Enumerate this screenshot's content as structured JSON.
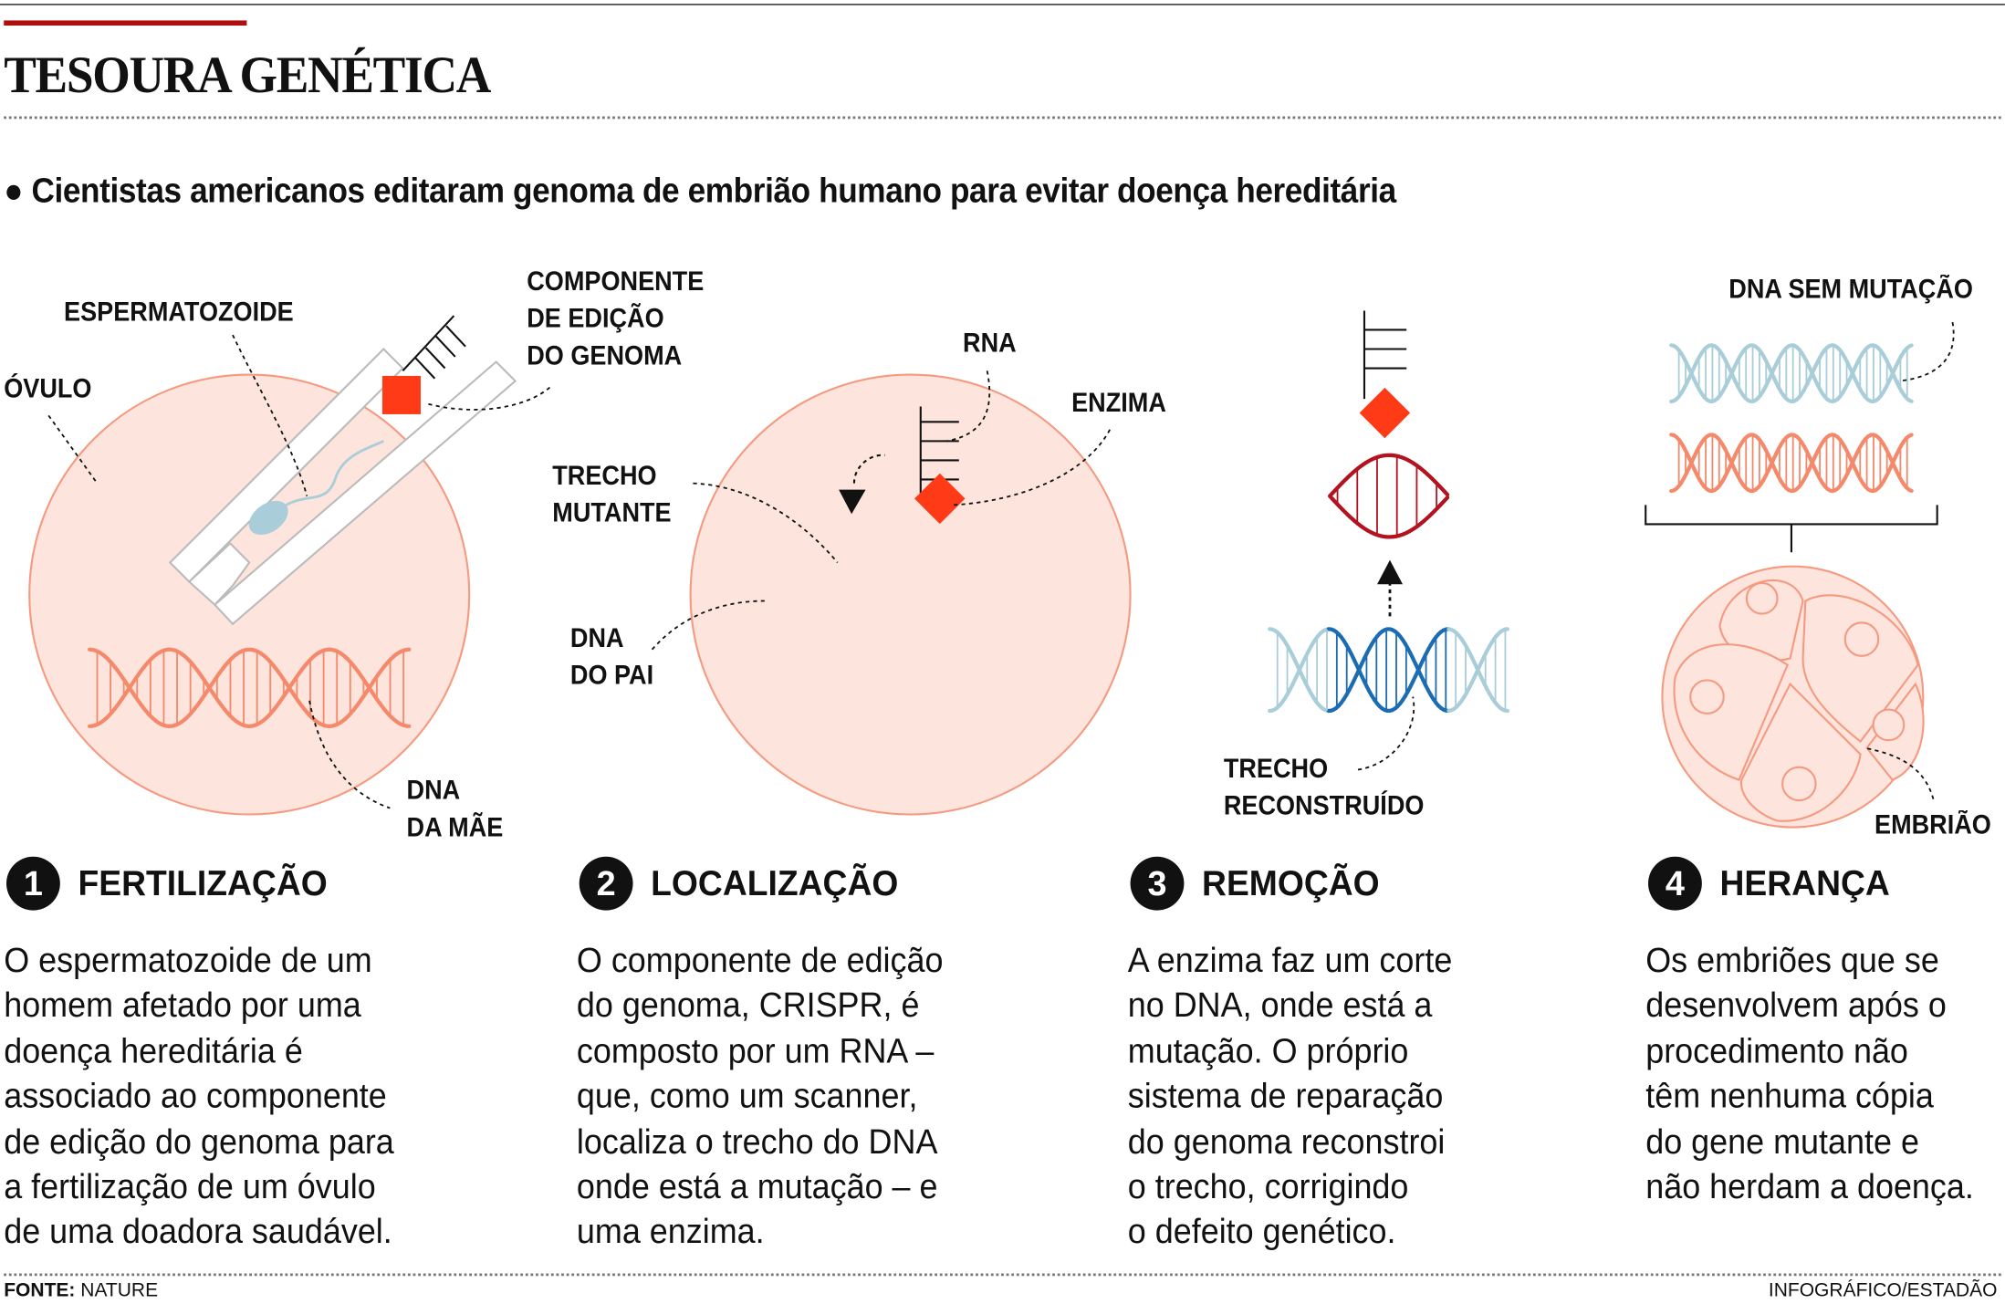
{
  "title": "TESOURA GENÉTICA",
  "subtitle": "Cientistas americanos editaram genoma de embrião humano para evitar doença hereditária",
  "labels": {
    "espermatozoide": "ESPERMATOZOIDE",
    "ovulo": "ÓVULO",
    "componente": [
      "COMPONENTE",
      "DE EDIÇÃO",
      "DO GENOMA"
    ],
    "dna_mae": [
      "DNA",
      "DA MÃE"
    ],
    "rna": "RNA",
    "enzima": "ENZIMA",
    "trecho_mutante": [
      "TRECHO",
      "MUTANTE"
    ],
    "dna_pai": [
      "DNA",
      "DO PAI"
    ],
    "trecho_reconstruido": [
      "TRECHO",
      "RECONSTRUÍDO"
    ],
    "dna_sem_mutacao": "DNA SEM MUTAÇÃO",
    "embriao": "EMBRIÃO"
  },
  "steps": [
    {
      "number": "1",
      "title": "FERTILIZAÇÃO",
      "text": [
        "O espermatozoide de um",
        "homem afetado por uma",
        "doença hereditária é",
        "associado ao componente",
        "de edição do genoma para",
        "a fertilização de um óvulo",
        "de uma doadora saudável."
      ]
    },
    {
      "number": "2",
      "title": "LOCALIZAÇÃO",
      "text": [
        "O componente de edição",
        "do genoma, CRISPR, é",
        "composto por um RNA –",
        "que, como um scanner,",
        "localiza o trecho do DNA",
        "onde está a mutação – e",
        "uma enzima."
      ]
    },
    {
      "number": "3",
      "title": "REMOÇÃO",
      "text": [
        "A enzima faz um corte",
        "no DNA, onde está a",
        "mutação. O próprio",
        "sistema de reparação",
        "do genoma reconstroi",
        "o trecho, corrigindo",
        "o defeito genético."
      ]
    },
    {
      "number": "4",
      "title": "HERANÇA",
      "text": [
        "Os embriões que se",
        "desenvolvem após o",
        "procedimento não",
        "têm nenhuma cópia",
        "do gene mutante e",
        "não herdam a doença."
      ]
    }
  ],
  "footer": {
    "source_label": "FONTE:",
    "source": "NATURE",
    "credit": "INFOGRÁFICO/ESTADÃO"
  },
  "colors": {
    "accent": "#b00d0d",
    "cell_fill": "#fde4dc",
    "cell_stroke": "#f59a80",
    "dna_salmon": "#f5896b",
    "dna_lightblue": "#a9cdd9",
    "dna_mutant": "#b3121f",
    "dna_fixed": "#1b6cb3",
    "editor_red": "#ff3a17"
  }
}
